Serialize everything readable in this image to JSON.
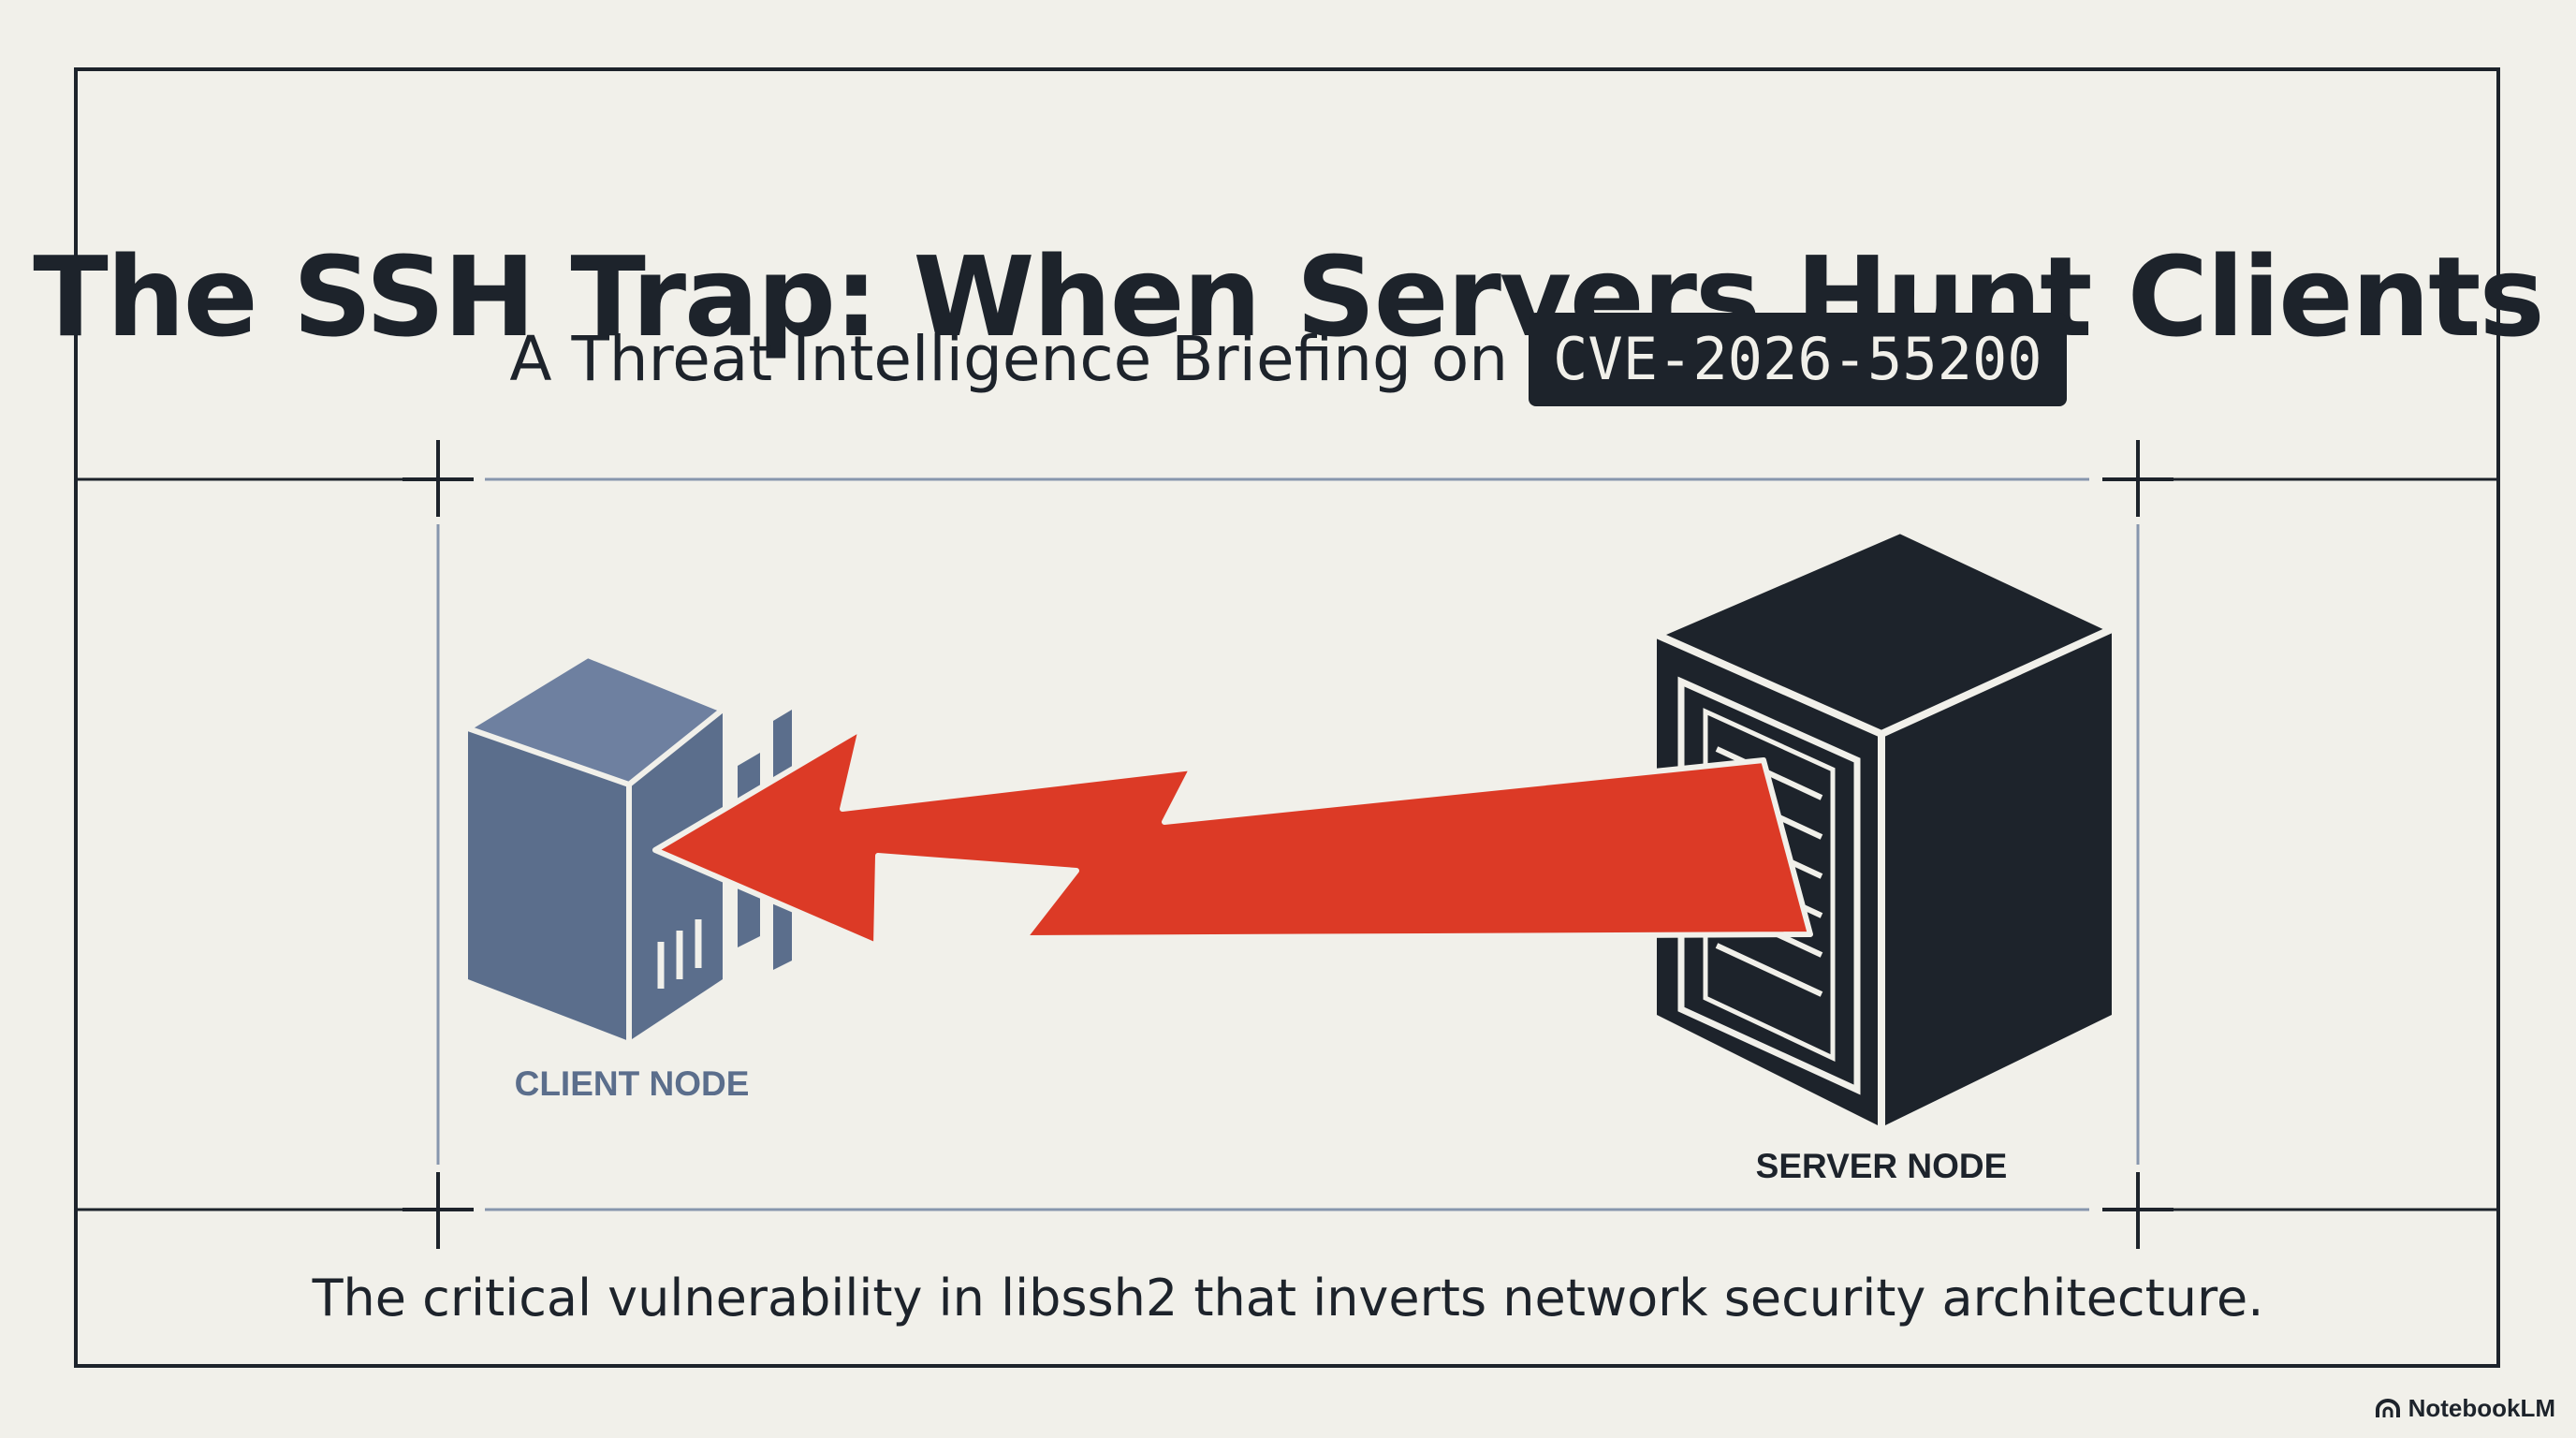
{
  "title": "The SSH Trap: When Servers Hunt Clients",
  "subtitle": {
    "text": "A Threat Intelligence Briefing on",
    "cve": "CVE-2026-55200"
  },
  "diagram": {
    "client_label": "CLIENT NODE",
    "server_label": "SERVER NODE",
    "arrow_direction": "server-to-client"
  },
  "caption": "The critical vulnerability in libssh2 that inverts network security architecture.",
  "watermark": {
    "icon": "notebooklm-logo-icon",
    "label": "NotebookLM"
  },
  "colors": {
    "background": "#f1f0ea",
    "ink": "#1d232b",
    "client": "#5b6e8c",
    "client_light": "#6e80a0",
    "attack": "#dc3a26",
    "guide_line": "#8796ad"
  }
}
